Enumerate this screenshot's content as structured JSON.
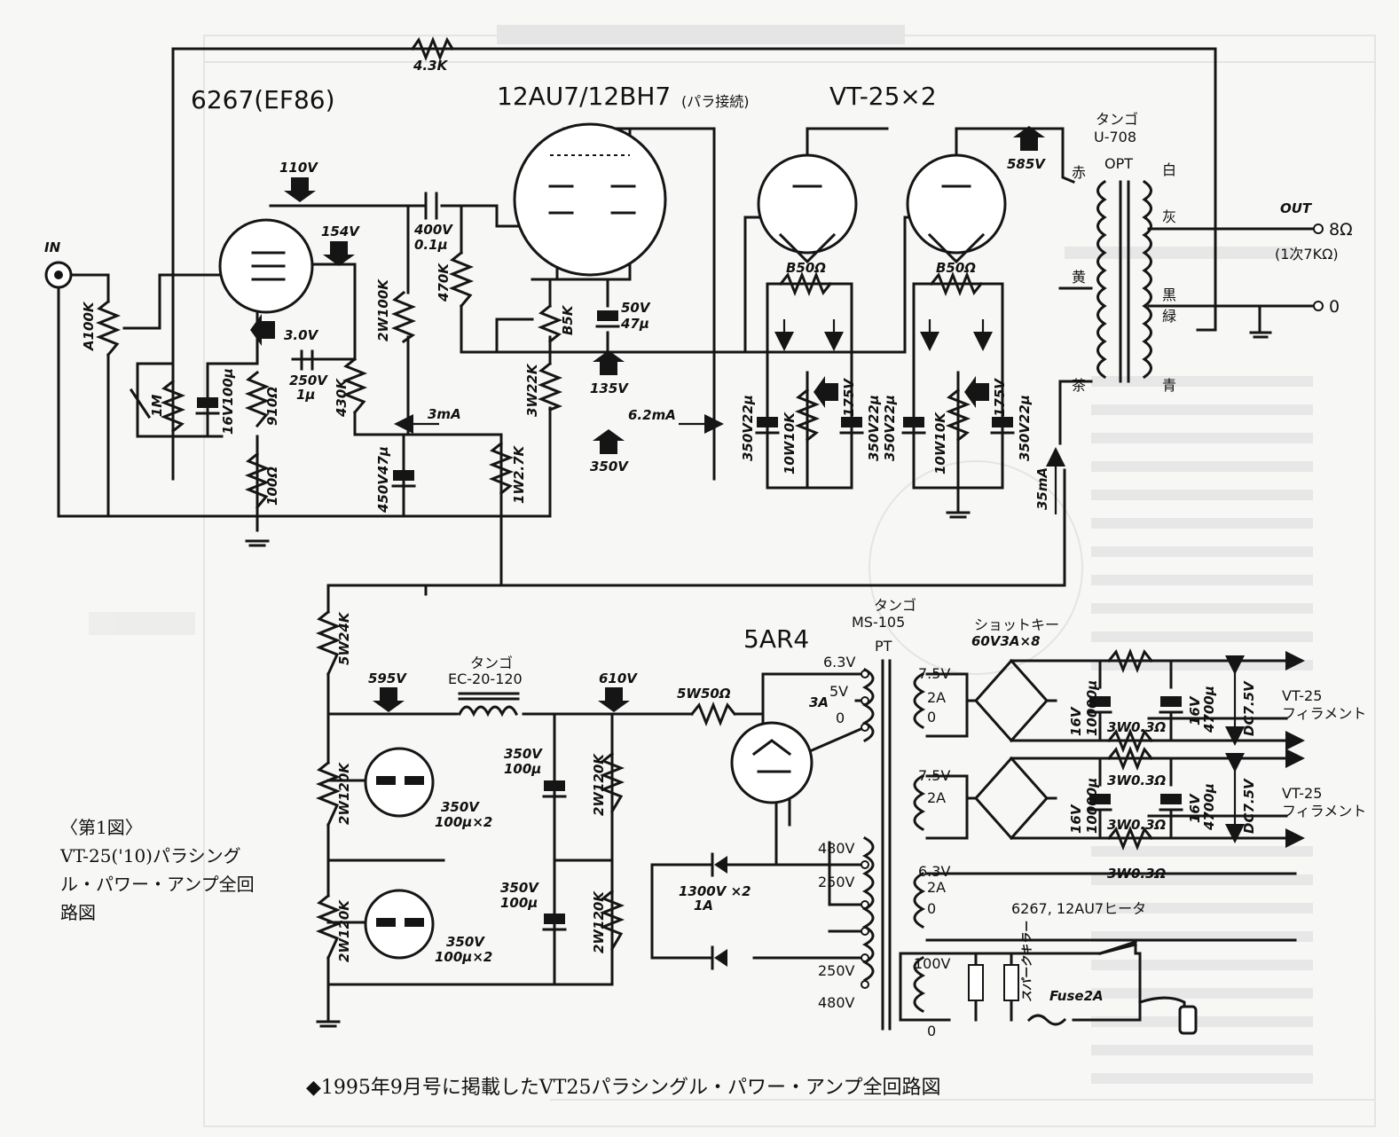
{
  "tubes": {
    "pre": "6267(EF86)",
    "driver": "12AU7/12BH7",
    "driver_note": "(パラ接続)",
    "power": "VT-25×2",
    "rect": "5AR4"
  },
  "labels": {
    "in": "IN",
    "out": "OUT",
    "out_8": "8Ω",
    "out_imp": "(1次7KΩ)",
    "out_0": "0",
    "r_fb": "4.3K",
    "v110": "110V",
    "v154": "154V",
    "v30": "3.0V",
    "v585": "585V",
    "v135": "135V",
    "v350": "350V",
    "v595": "595V",
    "v610": "610V",
    "v50": "50V",
    "c47": "47μ",
    "c400": "400V",
    "c01": "0.1μ",
    "c250": "250V",
    "c1u": "1μ",
    "i3ma": "3mA",
    "i62ma": "6.2mA",
    "i35ma": "35mA",
    "r_a100k": "A100K",
    "r_1m": "1M",
    "c16v100": "16V100μ",
    "r910": "910Ω",
    "r100": "100Ω",
    "r430k": "430K",
    "r2w100k": "2W100K",
    "c450v47": "450V47μ",
    "r470k": "470K",
    "r_b5k": "B5K",
    "r3w22k": "3W22K",
    "r1w27k": "1W2.7K",
    "r_b50_1": "B50Ω",
    "r_b50_2": "B50Ω",
    "v175_1": "175V",
    "v175_2": "175V",
    "c350v22_a": "350V22μ",
    "c350v22_b": "350V22μ",
    "c350v22_c": "350V22μ",
    "c350v22_d": "350V22μ",
    "r10w10k_1": "10W10K",
    "r10w10k_2": "10W10K",
    "opt_maker": "タンゴ",
    "opt_model": "U-708",
    "opt": "OPT",
    "opt_red": "赤",
    "opt_yellow": "黄",
    "opt_brown": "茶",
    "opt_white": "白",
    "opt_gray": "灰",
    "opt_black": "黒",
    "opt_green": "緑",
    "opt_blue": "青",
    "r5w24k": "5W24K",
    "choke_maker": "タンゴ",
    "choke_model": "EC-20-120",
    "r5w50": "5W50Ω",
    "c350v100_a": "350V",
    "c350v100_a2": "100μ",
    "c350v100_b": "350V",
    "c350v100_b2": "100μ",
    "r2w120k_1": "2W120K",
    "r2w120k_2": "2W120K",
    "r2w120k_3": "2W120K",
    "r2w120k_4": "2W120K",
    "c350x2_a": "350V",
    "c350x2_a2": "100μ×2",
    "c350x2_b": "350V",
    "c350x2_b2": "100μ×2",
    "pt_maker": "タンゴ",
    "pt_model": "MS-105",
    "pt": "PT",
    "t63": "6.3V",
    "t5v": "5V",
    "t3a": "3A",
    "t0a": "0",
    "t480a": "480V",
    "t250a": "250V",
    "t250b": "250V",
    "t480b": "480V",
    "diode": "1300V ×2",
    "diode_a": "1A",
    "s75a": "7.5V",
    "s2a_a": "2A",
    "s0a": "0",
    "s75b": "7.5V",
    "s2a_b": "2A",
    "s63": "6.3V",
    "s2a_c": "2A",
    "s0c": "0",
    "p100": "100V",
    "p0": "0",
    "schottky": "ショットキー",
    "schottky2": "60V3A×8",
    "c16v10000_a": "16V",
    "c16v10000_a2": "10000μ",
    "c16v10000_b": "16V",
    "c16v10000_b2": "10000μ",
    "c16v4700_a": "16V",
    "c16v4700_a2": "4700μ",
    "c16v4700_b": "16V",
    "c16v4700_b2": "4700μ",
    "r3w03_1": "3W0.3Ω",
    "r3w03_2": "3W0.3Ω",
    "r3w03_3": "3W0.3Ω",
    "r3w03_4": "3W0.3Ω",
    "dc75_a": "DC7.5V",
    "dc75_b": "DC7.5V",
    "fil_a1": "VT-25",
    "fil_a2": "フィラメント",
    "fil_b1": "VT-25",
    "fil_b2": "フィラメント",
    "heater": "6267, 12AU7ヒータ",
    "fuse": "Fuse2A",
    "spark": "スパークキラー"
  },
  "figure": {
    "num": "〈第1図〉",
    "line1": "VT-25('10)パラシング",
    "line2": "ル・パワー・アンプ全回",
    "line3": "路図"
  },
  "caption": "◆1995年9月号に掲載したVT25パラシングル・パワー・アンプ全回路図"
}
